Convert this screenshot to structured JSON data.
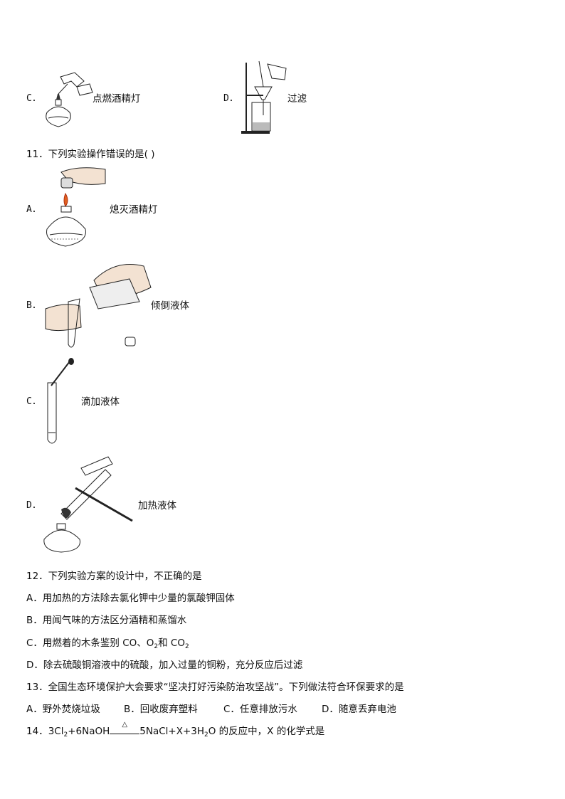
{
  "q10": {
    "c_letter": "C．",
    "c_label": "点燃酒精灯",
    "d_letter": "D．",
    "d_label": "过滤"
  },
  "q11": {
    "stem": "11．下列实验操作错误的是( )",
    "a_letter": "A．",
    "a_label": "熄灭酒精灯",
    "b_letter": "B．",
    "b_label": "倾倒液体",
    "c_letter": "C．",
    "c_label": "滴加液体",
    "d_letter": "D．",
    "d_label": "加热液体"
  },
  "q12": {
    "stem": "12．下列实验方案的设计中，不正确的是",
    "a": "A．用加热的方法除去氯化钾中少量的氯酸钾固体",
    "b": "B．用闻气味的方法区分酒精和蒸馏水",
    "c_prefix": "C．用燃着的木条鉴别 CO、O",
    "c_sub1": "2",
    "c_mid": "和 CO",
    "c_sub2": "2",
    "d": "D．除去硫酸铜溶液中的硫酸，加入过量的铜粉，充分反应后过滤"
  },
  "q13": {
    "stem": "13．全国生态环境保护大会要求“坚决打好污染防治攻坚战”。下列做法符合环保要求的是",
    "a": "A．野外焚烧垃圾",
    "b": "B．回收废弃塑料",
    "c": "C．任意排放污水",
    "d": "D．随意丢弃电池"
  },
  "q14": {
    "prefix": "14．",
    "eq_left": "3Cl",
    "eq_left_sub": "2",
    "eq_left2": "+6NaOH",
    "condition": "△",
    "eq_right": "5NaCl+X+3H",
    "eq_right_sub": "2",
    "eq_right2": "O",
    "suffix": " 的反应中，X 的化学式是"
  }
}
